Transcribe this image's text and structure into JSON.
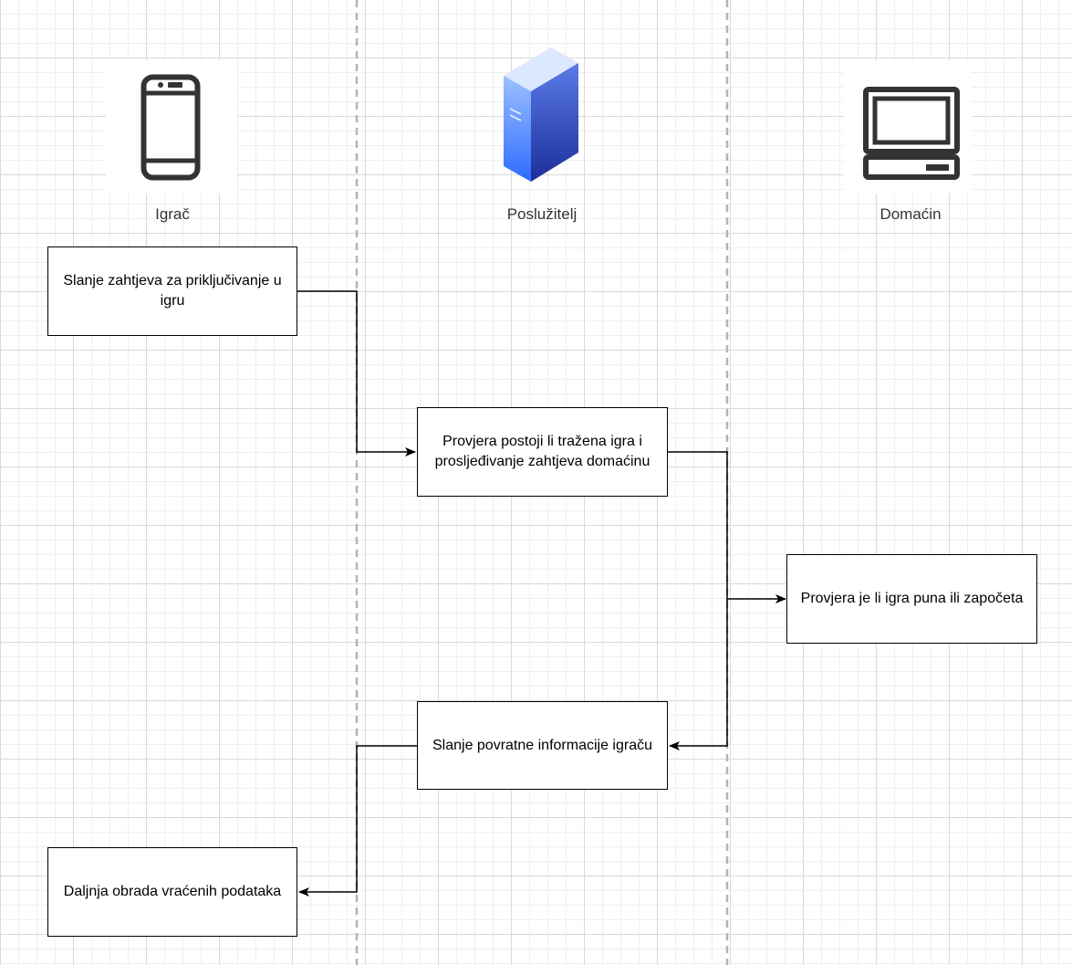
{
  "lanes": [
    {
      "label": "Igrač",
      "icon": "smartphone-icon"
    },
    {
      "label": "Poslužitelj",
      "icon": "server-icon"
    },
    {
      "label": "Domaćin",
      "icon": "computer-icon"
    }
  ],
  "steps": [
    {
      "text": "Slanje zahtjeva za priključivanje u igru",
      "lane": "Igrač"
    },
    {
      "text": "Provjera postoji li tražena igra i prosljeđivanje zahtjeva domaćinu",
      "lane": "Poslužitelj"
    },
    {
      "text": "Provjera je li igra puna ili započeta",
      "lane": "Domaćin"
    },
    {
      "text": "Slanje povratne informacije igraču",
      "lane": "Poslužitelj"
    },
    {
      "text": "Daljnja obrada vraćenih podataka",
      "lane": "Igrač"
    }
  ],
  "colors": {
    "lane_divider": "#b3b3b3",
    "server_light": "#8fb4ff",
    "server_dark": "#2d5be3",
    "icon_stroke": "#333333"
  }
}
